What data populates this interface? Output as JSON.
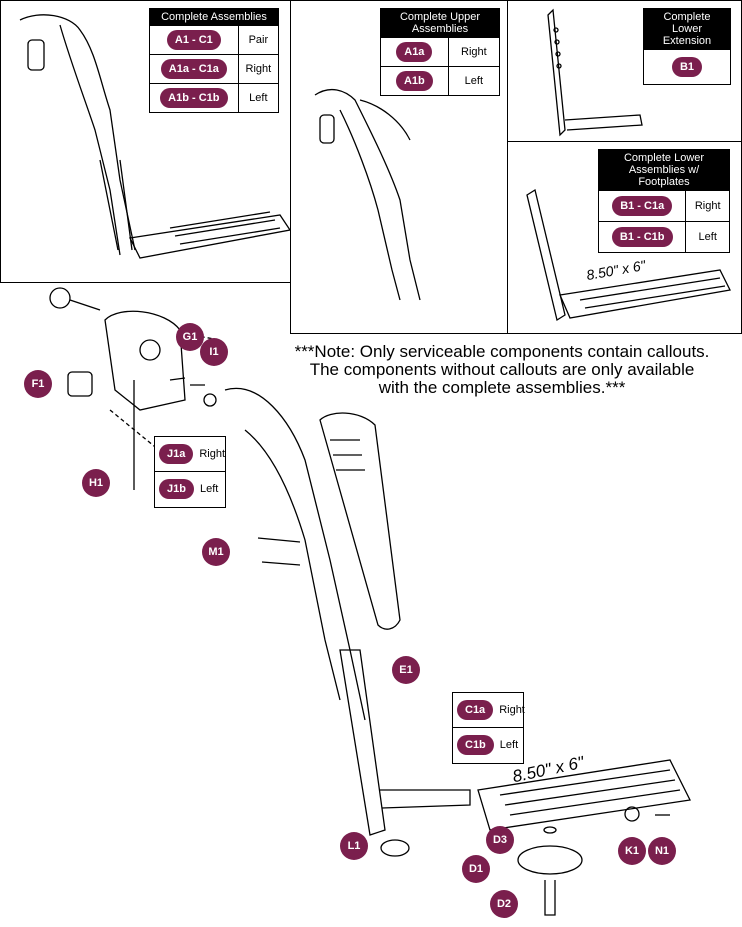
{
  "tables": {
    "complete_assemblies": {
      "header": "Complete Assemblies",
      "rows": [
        {
          "code": "A1 - C1",
          "side": "Pair"
        },
        {
          "code": "A1a - C1a",
          "side": "Right"
        },
        {
          "code": "A1b - C1b",
          "side": "Left"
        }
      ]
    },
    "complete_upper": {
      "header": "Complete Upper Assemblies",
      "rows": [
        {
          "code": "A1a",
          "side": "Right"
        },
        {
          "code": "A1b",
          "side": "Left"
        }
      ]
    },
    "complete_lower_extension": {
      "header": "Complete Lower Extension",
      "code": "B1"
    },
    "complete_lower_footplates": {
      "header": "Complete Lower Assemblies w/ Footplates",
      "rows": [
        {
          "code": "B1 - C1a",
          "side": "Right"
        },
        {
          "code": "B1 - C1b",
          "side": "Left"
        }
      ]
    }
  },
  "note": {
    "line1": "***Note: Only serviceable components contain callouts.",
    "line2": "The components without callouts are only available",
    "line3": "with the complete assemblies.***"
  },
  "dimension": "8.50\" x 6\"",
  "callouts": {
    "G1": "G1",
    "I1": "I1",
    "F1": "F1",
    "H1": "H1",
    "M1": "M1",
    "E1": "E1",
    "L1": "L1",
    "D3": "D3",
    "D1": "D1",
    "D2": "D2",
    "K1": "K1",
    "N1": "N1"
  },
  "j_box": {
    "rows": [
      {
        "code": "J1a",
        "side": "Right"
      },
      {
        "code": "J1b",
        "side": "Left"
      }
    ]
  },
  "c_box": {
    "rows": [
      {
        "code": "C1a",
        "side": "Right"
      },
      {
        "code": "C1b",
        "side": "Left"
      }
    ]
  }
}
